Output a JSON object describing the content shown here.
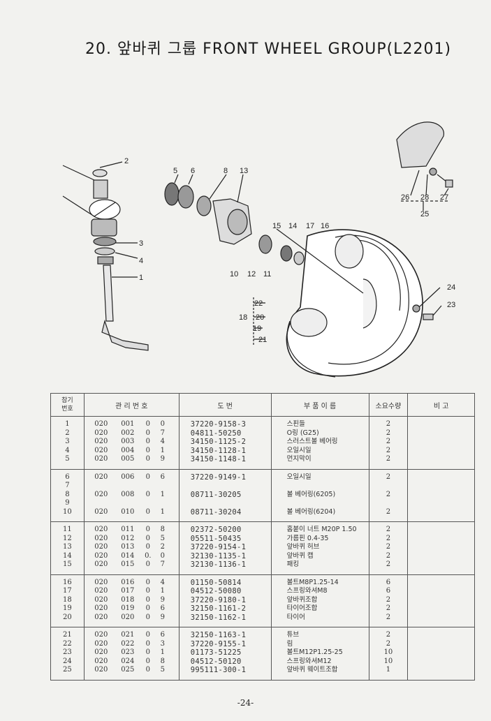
{
  "title": "20. 앞바퀴 그룹  FRONT WHEEL GROUP(L2201)",
  "callouts": {
    "n1": "1",
    "n2": "2",
    "n3": "3",
    "n4": "4",
    "n5": "5",
    "n6": "6",
    "n8": "8",
    "n13": "13",
    "n15": "15",
    "n14": "14",
    "n17": "17",
    "n16": "16",
    "n10": "10",
    "n12": "12",
    "n11": "11",
    "n22": "22",
    "n18": "18",
    "n20": "20",
    "n19": "19",
    "n21": "21",
    "n24": "24",
    "n23": "23",
    "n26": "26",
    "n28": "28",
    "n27": "27",
    "n25": "25"
  },
  "headers": {
    "no": "참기\n번호",
    "code": "관  리  번  호",
    "drawing": "도        번",
    "name": "부  품  이  름",
    "qty": "소요수량",
    "remark": "비      고"
  },
  "groups": [
    {
      "no": [
        "1",
        "2",
        "3",
        "4",
        "5"
      ],
      "code": [
        [
          "020",
          "001",
          "0",
          "0"
        ],
        [
          "020",
          "002",
          "0",
          "7"
        ],
        [
          "020",
          "003",
          "0",
          "4"
        ],
        [
          "020",
          "004",
          "0",
          "1"
        ],
        [
          "020",
          "005",
          "0",
          "9"
        ]
      ],
      "drawing": [
        "37220-9158-3",
        "04811-50250",
        "34150-1125-2",
        "34150-1128-1",
        "34150-1148-1"
      ],
      "name": [
        "스핀들",
        "O링 (G25)",
        "스러스트볼 베어링",
        "오일시일",
        "먼지막이"
      ],
      "qty": [
        "2",
        "2",
        "2",
        "2",
        "2"
      ]
    },
    {
      "no": [
        "6",
        "7",
        "8",
        "9",
        "10"
      ],
      "code": [
        [
          "020",
          "006",
          "0",
          "6"
        ],
        [
          "",
          "",
          "",
          ""
        ],
        [
          "020",
          "008",
          "0",
          "1"
        ],
        [
          "",
          "",
          "",
          ""
        ],
        [
          "020",
          "010",
          "0",
          "1"
        ]
      ],
      "drawing": [
        "37220-9149-1",
        "",
        "08711-30205",
        "",
        "08711-30204"
      ],
      "name": [
        "오일시일",
        "",
        "볼 베어링(6205)",
        "",
        "볼 베어링(6204)"
      ],
      "qty": [
        "2",
        "",
        "2",
        "",
        "2"
      ]
    },
    {
      "no": [
        "11",
        "12",
        "13",
        "14",
        "15"
      ],
      "code": [
        [
          "020",
          "011",
          "0",
          "8"
        ],
        [
          "020",
          "012",
          "0",
          "5"
        ],
        [
          "020",
          "013",
          "0",
          "2"
        ],
        [
          "020",
          "014",
          "0.",
          "0"
        ],
        [
          "020",
          "015",
          "0",
          "7"
        ]
      ],
      "drawing": [
        "02372-50200",
        "05511-50435",
        "37220-9154-1",
        "32130-1135-1",
        "32130-1136-1"
      ],
      "name": [
        "홈붙이 너트 M20P 1.50",
        "가름핀 0.4-35",
        "앞바퀴 허브",
        "앞바퀴 캡",
        "패킹"
      ],
      "qty": [
        "2",
        "2",
        "2",
        "2",
        "2"
      ]
    },
    {
      "no": [
        "16",
        "17",
        "18",
        "19",
        "20"
      ],
      "code": [
        [
          "020",
          "016",
          "0",
          "4"
        ],
        [
          "020",
          "017",
          "0",
          "1"
        ],
        [
          "020",
          "018",
          "0",
          "9"
        ],
        [
          "020",
          "019",
          "0",
          "6"
        ],
        [
          "020",
          "020",
          "0",
          "9"
        ]
      ],
      "drawing": [
        "01150-50814",
        "04512-50080",
        "37220-9180-1",
        "32150-1161-2",
        "32150-1162-1"
      ],
      "name": [
        "볼트M8P1.25-14",
        "스프링와셔M8",
        "앞바퀴조합",
        "타이어조합",
        "타이어"
      ],
      "qty": [
        "6",
        "6",
        "2",
        "2",
        "2"
      ]
    },
    {
      "no": [
        "21",
        "22",
        "23",
        "24",
        "25"
      ],
      "code": [
        [
          "020",
          "021",
          "0",
          "6"
        ],
        [
          "020",
          "022",
          "0",
          "3"
        ],
        [
          "020",
          "023",
          "0",
          "1"
        ],
        [
          "020",
          "024",
          "0",
          "8"
        ],
        [
          "020",
          "025",
          "0",
          "5"
        ]
      ],
      "drawing": [
        "32150-1163-1",
        "37220-9155-1",
        "01173-51225",
        "04512-50120",
        "995111-300-1"
      ],
      "name": [
        "튜브",
        "림",
        "볼트M12P1.25-25",
        "스프링와셔M12",
        "앞바퀴 웨이트조합"
      ],
      "qty": [
        "2",
        "2",
        "10",
        "10",
        "1"
      ]
    }
  ],
  "page_number": "-24-"
}
